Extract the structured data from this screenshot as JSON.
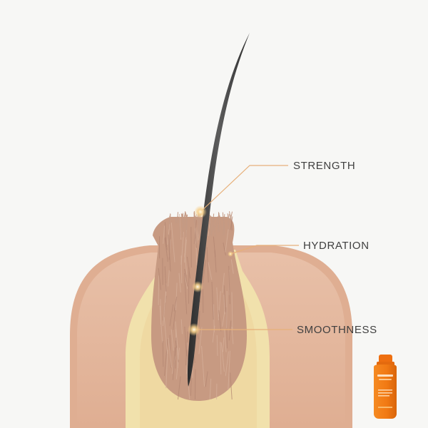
{
  "callouts": [
    {
      "id": "strength",
      "label": "STRENGTH"
    },
    {
      "id": "hydration",
      "label": "HYDRATION"
    },
    {
      "id": "smoothness",
      "label": "SMOOTHNESS"
    }
  ],
  "colors": {
    "background": "#f7f7f5",
    "skin_outer": "#e4b79d",
    "skin_inner": "#dba88c",
    "sheath": "#f1e1ac",
    "bulb": "#c79a82",
    "hair_shaft": "#3c3c3c",
    "callout_line": "#e7b07a",
    "glow": "#f7d08a",
    "bottle_orange": "#f27a14",
    "bottle_cap": "#ee6f10"
  },
  "product": {
    "icon": "shampoo-bottle-icon"
  }
}
